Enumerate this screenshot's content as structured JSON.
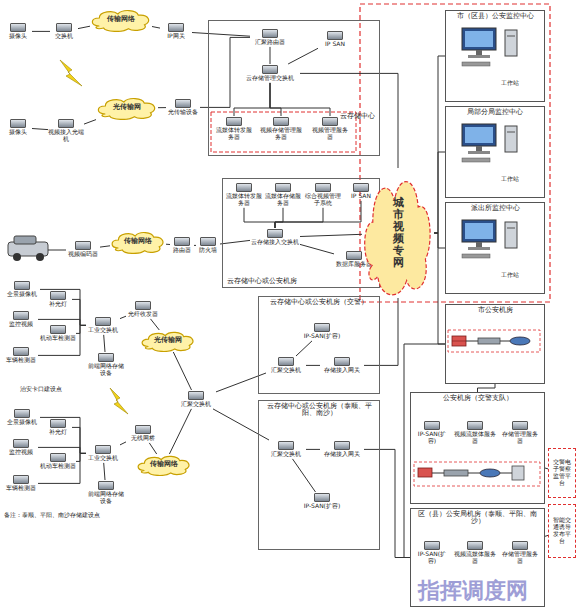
{
  "diagram": {
    "nodes": [
      {
        "text": [
          "云存储中心"
        ]
      },
      {
        "text": [
          "汇聚路由器"
        ],
        "in": 0
      },
      {
        "text": [
          "IP SAN"
        ],
        "in": 0
      },
      {
        "text": [
          "云存储管理交换机"
        ],
        "in": 0
      },
      {
        "text": [
          "流媒体转发服务器"
        ],
        "in": 0
      },
      {
        "text": [
          "视频存储管理服务器"
        ],
        "in": 0
      },
      {
        "text": [
          "视频管理服务器"
        ],
        "in": 0
      },
      {
        "text": [
          "摄像头"
        ]
      },
      {
        "text": [
          "交换机"
        ]
      },
      {
        "text": [
          "传输网络"
        ]
      },
      {
        "text": [
          "IP网关"
        ]
      },
      {
        "text": [
          "摄像头"
        ]
      },
      {
        "text": [
          "视频接入光端机"
        ]
      },
      {
        "text": [
          "光传输网"
        ]
      },
      {
        "text": [
          "光传输设备"
        ]
      },
      {
        "text": [
          "云存储中心或公安机房"
        ]
      },
      {
        "text": [
          "流媒体转发服务器"
        ],
        "in": 15
      },
      {
        "text": [
          "流媒体存储服务器"
        ],
        "in": 15
      },
      {
        "text": [
          "综合视频管理子系统"
        ],
        "in": 15
      },
      {
        "text": [
          "IP SAN"
        ],
        "in": 15
      },
      {
        "text": [
          "云存储接入交换机"
        ],
        "in": 15
      },
      {
        "text": [
          "数据库服务器"
        ],
        "in": 15
      },
      {
        "text": [
          "视频编码器"
        ]
      },
      {
        "text": [
          "传输网络"
        ]
      },
      {
        "text": [
          "路由器"
        ]
      },
      {
        "text": [
          "防火墙"
        ]
      },
      {
        "text": [
          "全景摄像机"
        ]
      },
      {
        "text": [
          "补光灯"
        ]
      },
      {
        "text": [
          "监控视频"
        ]
      },
      {
        "text": [
          "机动车检测器"
        ]
      },
      {
        "text": [
          "车辆检测器"
        ]
      },
      {
        "text": [
          "工业交换机"
        ]
      },
      {
        "text": [
          "前端网络存储设备"
        ]
      },
      {
        "text": [
          "光纤收发器"
        ]
      },
      {
        "text": [
          "光传输网"
        ]
      },
      {
        "text": [
          "汇聚交换机"
        ]
      },
      {
        "text": [
          "全景摄像机"
        ]
      },
      {
        "text": [
          "补光灯"
        ]
      },
      {
        "text": [
          "监控视频"
        ]
      },
      {
        "text": [
          "机动车检测器"
        ]
      },
      {
        "text": [
          "车辆检测器"
        ]
      },
      {
        "text": [
          "工业交换机"
        ]
      },
      {
        "text": [
          "前端网络存储设备"
        ]
      },
      {
        "text": [
          "无线网桥"
        ]
      },
      {
        "text": [
          "传输网络"
        ]
      },
      {
        "text": [
          "云存储中心或公安机房（交警）"
        ]
      },
      {
        "text": [
          "IP-SAN(扩容)"
        ],
        "in": 45
      },
      {
        "text": [
          "汇聚交换机"
        ],
        "in": 45
      },
      {
        "text": [
          "存储接入网关"
        ],
        "in": 45
      },
      {
        "text": [
          "云存储中心或公安机房（泰顺、平阳、南沙）"
        ]
      },
      {
        "text": [
          "汇聚交换机"
        ],
        "in": 49
      },
      {
        "text": [
          "存储接入网关"
        ],
        "in": 49
      },
      {
        "text": [
          "IP-SAN(扩容)"
        ],
        "in": 49
      },
      {
        "text": [
          "城市视频专网"
        ]
      },
      {
        "text": [
          "市（区县）公安监控中心"
        ]
      },
      {
        "text": [
          "工作站"
        ],
        "in": 54
      },
      {
        "text": [
          "局部分局监控中心"
        ]
      },
      {
        "text": [
          "工作站"
        ],
        "in": 56
      },
      {
        "text": [
          "派出所监控中心"
        ]
      },
      {
        "text": [
          "工作站"
        ],
        "in": 58
      },
      {
        "text": [
          "市公安机房"
        ]
      },
      {
        "text": [
          "公安机房（交警支队）"
        ]
      },
      {
        "text": [
          "IP-SAN(扩容)"
        ],
        "in": 61
      },
      {
        "text": [
          "视频流媒体服务器"
        ],
        "in": 61
      },
      {
        "text": [
          "存储管理服务器"
        ],
        "in": 61
      },
      {
        "text": [
          "区（县）公安局机房（泰顺、平阳、南沙）"
        ]
      },
      {
        "text": [
          "IP-SAN(扩容)"
        ],
        "in": 65
      },
      {
        "text": [
          "视频流媒体服务器"
        ],
        "in": 65
      },
      {
        "text": [
          "存储管理服务器"
        ],
        "in": 65
      },
      {
        "text": [
          "交警电子警察监管平台"
        ]
      },
      {
        "text": [
          "智能交通诱导发布平台"
        ]
      }
    ],
    "edges": [
      {
        "from": 7,
        "to": 8,
        "arrow": "none"
      },
      {
        "from": 8,
        "to": 9,
        "arrow": "none"
      },
      {
        "from": 9,
        "to": 10,
        "arrow": "none"
      },
      {
        "from": 10,
        "to": 1,
        "arrow": "none"
      },
      {
        "from": 11,
        "to": 12,
        "arrow": "none"
      },
      {
        "from": 12,
        "to": 13,
        "arrow": "none"
      },
      {
        "from": 13,
        "to": 14,
        "arrow": "none"
      },
      {
        "from": 14,
        "to": 1,
        "arrow": "none"
      },
      {
        "from": 1,
        "to": 3,
        "arrow": "none"
      },
      {
        "from": 2,
        "to": 3,
        "arrow": "none"
      },
      {
        "from": 3,
        "to": 4,
        "arrow": "none"
      },
      {
        "from": 3,
        "to": 5,
        "arrow": "none"
      },
      {
        "from": 3,
        "to": 6,
        "arrow": "none"
      },
      {
        "from": 3,
        "to": 53,
        "arrow": "none"
      },
      {
        "from": 22,
        "to": 23,
        "arrow": "none"
      },
      {
        "from": 23,
        "to": 24,
        "arrow": "none"
      },
      {
        "from": 24,
        "to": 25,
        "arrow": "none"
      },
      {
        "from": 25,
        "to": 20,
        "arrow": "none"
      },
      {
        "from": 20,
        "to": 16,
        "arrow": "none"
      },
      {
        "from": 20,
        "to": 17,
        "arrow": "none"
      },
      {
        "from": 20,
        "to": 18,
        "arrow": "none"
      },
      {
        "from": 20,
        "to": 19,
        "arrow": "none"
      },
      {
        "from": 20,
        "to": 21,
        "arrow": "none"
      },
      {
        "from": 20,
        "to": 53,
        "arrow": "none"
      },
      {
        "from": 26,
        "to": 31,
        "arrow": "none"
      },
      {
        "from": 27,
        "to": 31,
        "arrow": "none"
      },
      {
        "from": 28,
        "to": 31,
        "arrow": "none"
      },
      {
        "from": 29,
        "to": 31,
        "arrow": "none"
      },
      {
        "from": 30,
        "to": 31,
        "arrow": "none"
      },
      {
        "from": 31,
        "to": 32,
        "arrow": "none"
      },
      {
        "from": 31,
        "to": 33,
        "arrow": "none"
      },
      {
        "from": 33,
        "to": 34,
        "arrow": "none"
      },
      {
        "from": 34,
        "to": 35,
        "arrow": "none"
      },
      {
        "from": 36,
        "to": 41,
        "arrow": "none"
      },
      {
        "from": 37,
        "to": 41,
        "arrow": "none"
      },
      {
        "from": 38,
        "to": 41,
        "arrow": "none"
      },
      {
        "from": 39,
        "to": 41,
        "arrow": "none"
      },
      {
        "from": 40,
        "to": 41,
        "arrow": "none"
      },
      {
        "from": 41,
        "to": 42,
        "arrow": "none"
      },
      {
        "from": 41,
        "to": 43,
        "arrow": "none"
      },
      {
        "from": 43,
        "to": 44,
        "arrow": "none"
      },
      {
        "from": 44,
        "to": 35,
        "arrow": "none"
      },
      {
        "from": 35,
        "to": 47,
        "arrow": "none"
      },
      {
        "from": 35,
        "to": 50,
        "arrow": "none"
      },
      {
        "from": 46,
        "to": 47,
        "arrow": "none"
      },
      {
        "from": 47,
        "to": 48,
        "arrow": "none"
      },
      {
        "from": 48,
        "to": 53,
        "arrow": "none"
      },
      {
        "from": 50,
        "to": 51,
        "arrow": "none"
      },
      {
        "from": 50,
        "to": 52,
        "arrow": "none"
      },
      {
        "from": 53,
        "to": 54,
        "arrow": "none"
      },
      {
        "from": 53,
        "to": 56,
        "arrow": "none"
      },
      {
        "from": 53,
        "to": 58,
        "arrow": "none"
      },
      {
        "from": 53,
        "to": 60,
        "arrow": "none"
      },
      {
        "from": 60,
        "to": 61,
        "arrow": "none"
      },
      {
        "from": 60,
        "to": 65,
        "arrow": "none"
      },
      {
        "from": 51,
        "to": 65,
        "arrow": "none"
      },
      {
        "from": 61,
        "to": 69,
        "arrow": "none"
      },
      {
        "from": 65,
        "to": 70,
        "arrow": "none"
      }
    ],
    "labels": [
      "治安卡口建设点",
      "备注：泰顺、平阳、南沙存储建设点",
      "指挥调度网"
    ]
  }
}
